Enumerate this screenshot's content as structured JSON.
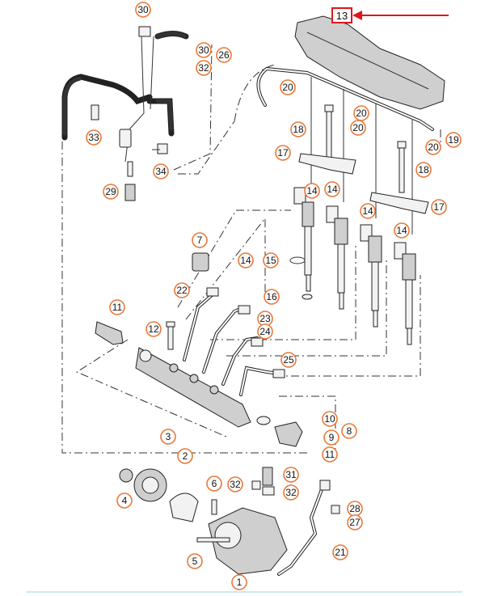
{
  "highlight": {
    "label": "13",
    "color": "#e0151b"
  },
  "callout_color": "#e8793a",
  "callouts": [
    {
      "id": "30a",
      "label": "30"
    },
    {
      "id": "30b",
      "label": "30"
    },
    {
      "id": "26",
      "label": "26"
    },
    {
      "id": "32a",
      "label": "32"
    },
    {
      "id": "33",
      "label": "33"
    },
    {
      "id": "34",
      "label": "34"
    },
    {
      "id": "29",
      "label": "29"
    },
    {
      "id": "20a",
      "label": "20"
    },
    {
      "id": "20b",
      "label": "20"
    },
    {
      "id": "20c",
      "label": "20"
    },
    {
      "id": "20d",
      "label": "20"
    },
    {
      "id": "19",
      "label": "19"
    },
    {
      "id": "18a",
      "label": "18"
    },
    {
      "id": "18b",
      "label": "18"
    },
    {
      "id": "17a",
      "label": "17"
    },
    {
      "id": "17b",
      "label": "17"
    },
    {
      "id": "14a",
      "label": "14"
    },
    {
      "id": "14b",
      "label": "14"
    },
    {
      "id": "14c",
      "label": "14"
    },
    {
      "id": "14d",
      "label": "14"
    },
    {
      "id": "14e",
      "label": "14"
    },
    {
      "id": "15",
      "label": "15"
    },
    {
      "id": "16",
      "label": "16"
    },
    {
      "id": "7",
      "label": "7"
    },
    {
      "id": "22",
      "label": "22"
    },
    {
      "id": "23",
      "label": "23"
    },
    {
      "id": "24",
      "label": "24"
    },
    {
      "id": "25",
      "label": "25"
    },
    {
      "id": "11a",
      "label": "11"
    },
    {
      "id": "11b",
      "label": "11"
    },
    {
      "id": "12",
      "label": "12"
    },
    {
      "id": "10",
      "label": "10"
    },
    {
      "id": "9",
      "label": "9"
    },
    {
      "id": "8",
      "label": "8"
    },
    {
      "id": "3",
      "label": "3"
    },
    {
      "id": "2",
      "label": "2"
    },
    {
      "id": "4",
      "label": "4"
    },
    {
      "id": "6",
      "label": "6"
    },
    {
      "id": "32b",
      "label": "32"
    },
    {
      "id": "31",
      "label": "31"
    },
    {
      "id": "32c",
      "label": "32"
    },
    {
      "id": "28",
      "label": "28"
    },
    {
      "id": "27",
      "label": "27"
    },
    {
      "id": "21",
      "label": "21"
    },
    {
      "id": "5",
      "label": "5"
    },
    {
      "id": "1",
      "label": "1"
    }
  ]
}
